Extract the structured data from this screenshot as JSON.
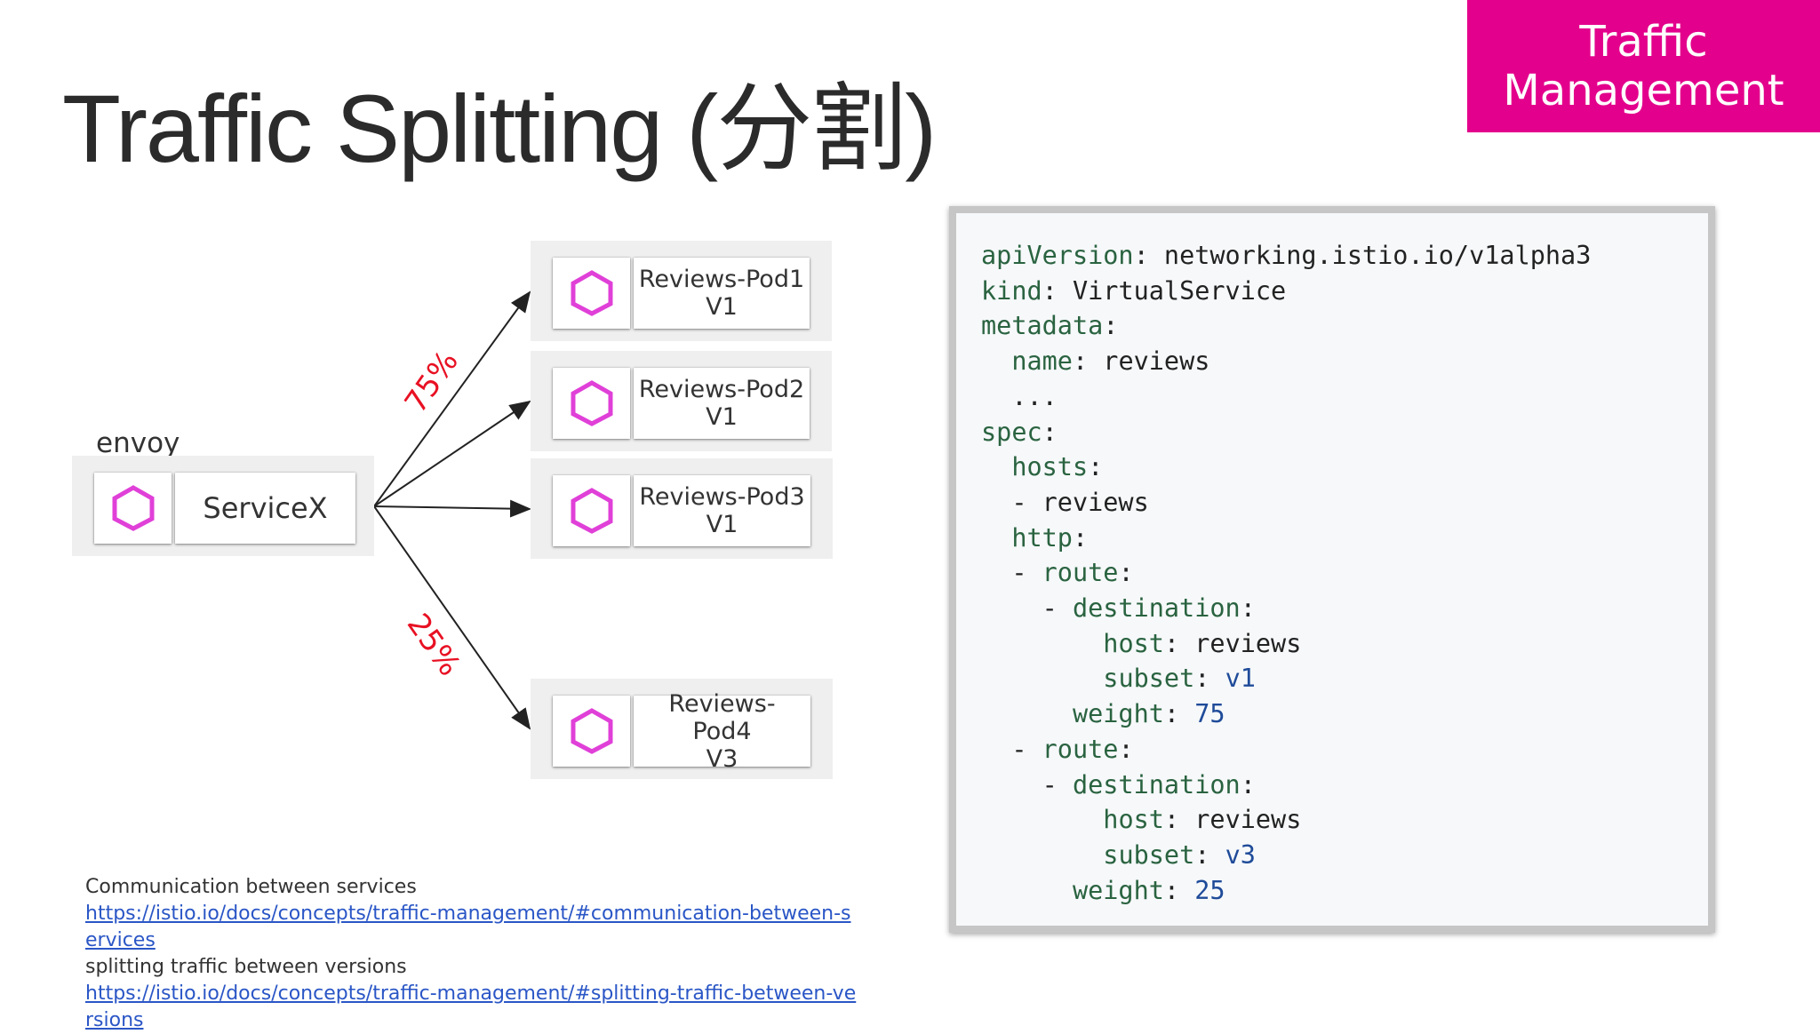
{
  "title": "Traffic Splitting (分割)",
  "badge": {
    "line1": "Traffic",
    "line2": "Management"
  },
  "colors": {
    "badge": "#e3008c",
    "hexagon": "#e040d8",
    "percent": "#e81123"
  },
  "diagram": {
    "source": {
      "caption": "envoy",
      "label": "ServiceX",
      "icon": "hexagon-icon"
    },
    "targets": [
      {
        "line1": "Reviews-Pod1",
        "line2": "V1",
        "line3": ""
      },
      {
        "line1": "Reviews-Pod2",
        "line2": "V1",
        "line3": ""
      },
      {
        "line1": "Reviews-Pod3",
        "line2": "V1",
        "line3": ""
      },
      {
        "line1": "Reviews-",
        "line2": "Pod4",
        "line3": "V3"
      }
    ],
    "split_top": "75%",
    "split_bottom": "25%"
  },
  "code": {
    "l1k": "apiVersion",
    "l1v": "networking.istio.io/v1alpha3",
    "l2k": "kind",
    "l2v": "VirtualService",
    "l3k": "metadata",
    "l4k": "name",
    "l4v": "reviews",
    "l5": "...",
    "l6k": "spec",
    "l7k": "hosts",
    "l8v": "reviews",
    "l9k": "http",
    "l10k": "route",
    "l11k": "destination",
    "l12k": "host",
    "l12v": "reviews",
    "l13k": "subset",
    "l13v": "v1",
    "l14k": "weight",
    "l14v": "75",
    "l15k": "route",
    "l16k": "destination",
    "l17k": "host",
    "l17v": "reviews",
    "l18k": "subset",
    "l18v": "v3",
    "l19k": "weight",
    "l19v": "25"
  },
  "references": {
    "label1": "Communication between services",
    "link1": "https://istio.io/docs/concepts/traffic-management/#communication-between-services",
    "label2": "splitting traffic between versions",
    "link2": "https://istio.io/docs/concepts/traffic-management/#splitting-traffic-between-versions"
  }
}
